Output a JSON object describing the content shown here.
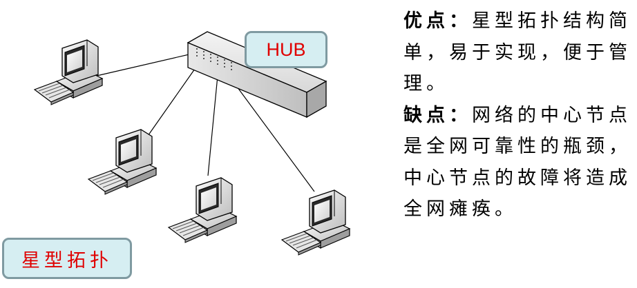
{
  "diagram": {
    "hub_label": "HUB",
    "caption": "星型拓扑",
    "colors": {
      "label_text": "#e00000",
      "label_fill": "#d6eef2",
      "label_border": "#7f9aa1",
      "link_line": "#000000"
    },
    "icons": [
      "hub-device-icon",
      "computer-icon",
      "computer-icon",
      "computer-icon",
      "computer-icon"
    ]
  },
  "description": {
    "advantage_heading": "优点：",
    "advantage_text": "星型拓扑结构简单，易于实现，便于管理。",
    "disadvantage_heading": "缺点：",
    "disadvantage_text": "网络的中心节点是全网可靠性的瓶颈，中心节点的故障将造成全网瘫痪。"
  }
}
